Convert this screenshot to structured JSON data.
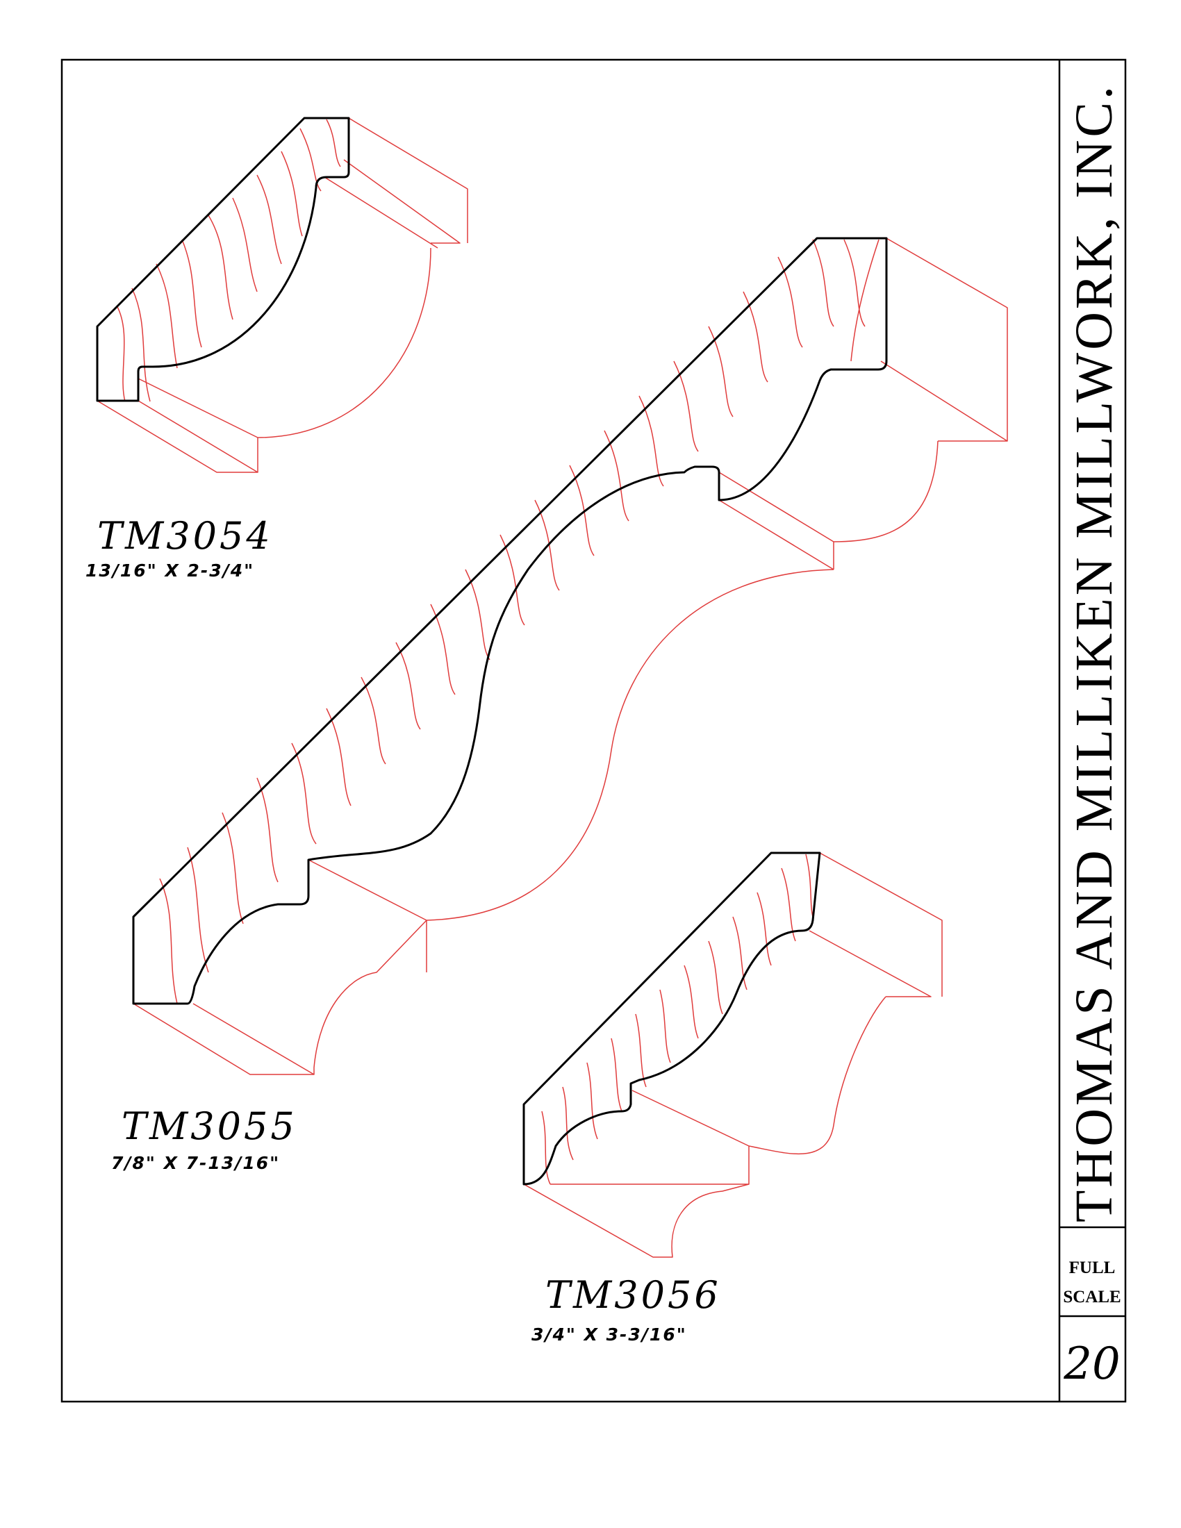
{
  "company": "THOMAS AND MILLIKEN MILLWORK, INC.",
  "scale_line1": "FULL",
  "scale_line2": "SCALE",
  "page_number": "20",
  "profiles": [
    {
      "model": "TM3054",
      "size": "13/16\"  X  2-3/4\""
    },
    {
      "model": "TM3055",
      "size": "7/8\"  X  7-13/16\""
    },
    {
      "model": "TM3056",
      "size": "3/4\"  X  3-3/16\""
    }
  ],
  "colors": {
    "outline": "#000000",
    "detail": "#e03c3c"
  }
}
